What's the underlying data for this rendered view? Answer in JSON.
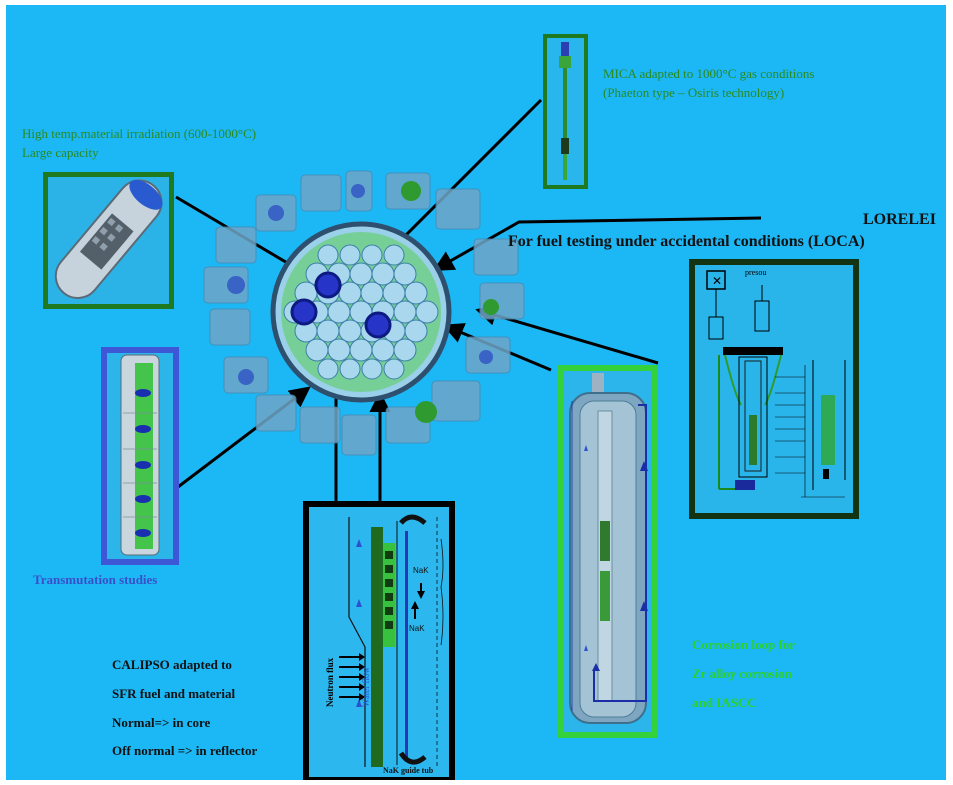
{
  "mica": {
    "line1": "MICA adapted to 1000°C gas conditions",
    "line2": "(Phaeton type – Osiris technology)"
  },
  "high_temp": {
    "line1": "High temp.material irradiation (600-1000°C)",
    "line2": "Large capacity"
  },
  "lorelei": {
    "title": "LORELEI",
    "subtitle": "For fuel testing under accidental conditions (LOCA)",
    "small_label": "presou"
  },
  "transmutation": {
    "label": "Transmutation studies"
  },
  "calipso": {
    "line1": "CALIPSO adapted to",
    "line2": "SFR fuel and material",
    "line3": "Normal=> in core",
    "line4": "Off normal => in reflector",
    "neutron_flux": "Neutron flux",
    "water_flow": "Water flow",
    "nak_top": "NaK",
    "nak_mid": "NaK",
    "nak_guide": "NaK guide tub"
  },
  "corrosion": {
    "line1": "Corrosion loop for",
    "line2": "Zr alloy corrosion",
    "line3": "and IASCC"
  },
  "colors": {
    "background": "#1cb8f5",
    "green_frame": "#1f7a1f",
    "blue_frame": "#3a55d0",
    "lime_frame": "#33d13a",
    "dark_frame": "#103010",
    "black_frame": "#000000"
  }
}
